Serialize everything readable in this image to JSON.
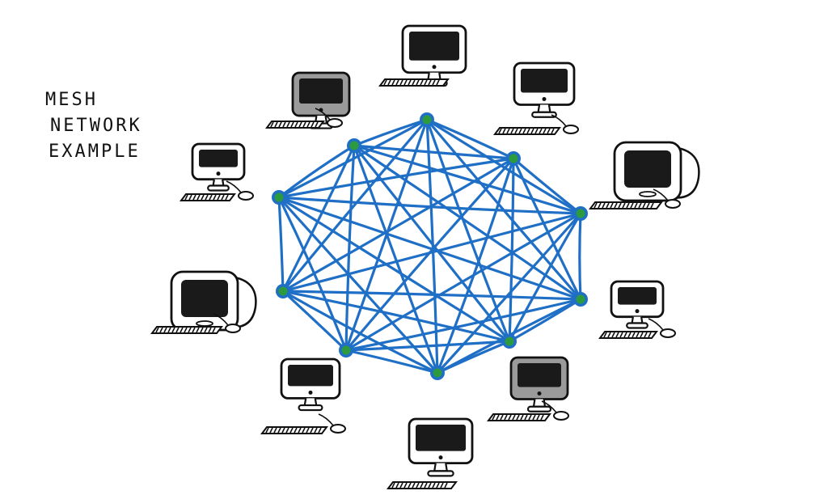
{
  "title_lines": [
    "MESH",
    "NETWORK",
    "EXAMPLE"
  ],
  "colors": {
    "link": "#1f6fc6",
    "node": "#2e9a3e",
    "ink": "#111111",
    "screen": "#1a1a1a",
    "gray_case": "#9a9a9a"
  },
  "diagram": {
    "type": "full-mesh",
    "node_count": 10,
    "icons": [
      "computer-icon"
    ]
  }
}
